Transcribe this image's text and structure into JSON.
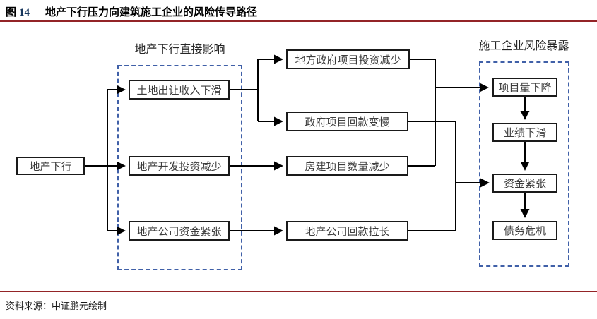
{
  "header": {
    "figure_label": "图",
    "figure_number": "14",
    "title": "地产下行压力向建筑施工企业的风险传导路径"
  },
  "footer": {
    "source_text": "资料来源：中证鹏元绘制"
  },
  "colors": {
    "rule": "#932427",
    "figure_number": "#17365D",
    "dashed_border": "#4060A8",
    "box_border": "#1a1a1a",
    "connector": "#000000"
  },
  "diagram": {
    "groups": [
      {
        "id": "direct-impact",
        "label": "地产下行直接影响"
      },
      {
        "id": "risk-exposure",
        "label": "施工企业风险暴露"
      }
    ],
    "nodes": [
      {
        "id": "start",
        "label": "地产下行"
      },
      {
        "id": "land-revenue",
        "label": "土地出让收入下滑"
      },
      {
        "id": "dev-investment",
        "label": "地产开发投资减少"
      },
      {
        "id": "dev-cash",
        "label": "地产公司资金紧张"
      },
      {
        "id": "gov-investment",
        "label": "地方政府项目投资减少"
      },
      {
        "id": "gov-payment",
        "label": "政府项目回款变慢"
      },
      {
        "id": "housing-projects",
        "label": "房建项目数量减少"
      },
      {
        "id": "dev-payment",
        "label": "地产公司回款拉长"
      },
      {
        "id": "project-volume",
        "label": "项目量下降"
      },
      {
        "id": "performance",
        "label": "业绩下滑"
      },
      {
        "id": "funding",
        "label": "资金紧张"
      },
      {
        "id": "debt-crisis",
        "label": "债务危机"
      }
    ]
  }
}
